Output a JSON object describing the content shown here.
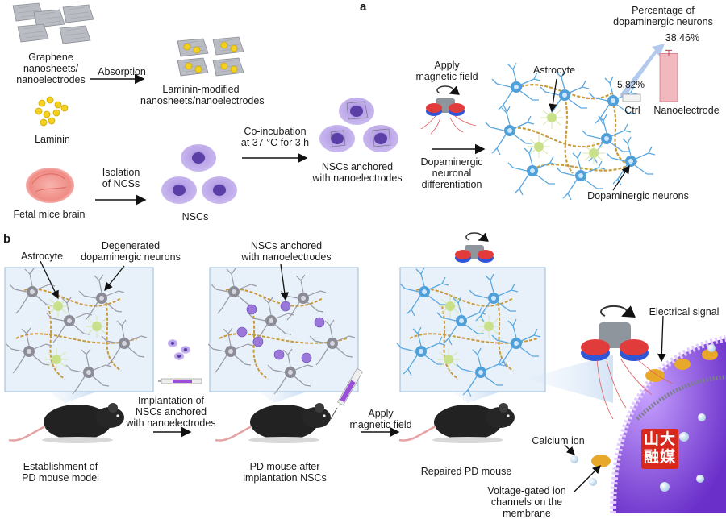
{
  "panel_a": {
    "letter": "a",
    "graphene": "Graphene\nnanosheets/\nnanoelectrodes",
    "absorption": "Absorption",
    "laminin_modified": "Laminin-modified\nnanosheets/nanoelectrodes",
    "laminin": "Laminin",
    "fetal_brain": "Fetal mice brain",
    "isolation": "Isolation\nof NCSs",
    "nscs": "NSCs",
    "coincubation": "Co-incubation\nat 37 °C for 3 h",
    "nscs_anchored": "NSCs anchored\nwith nanoelectrodes",
    "apply_field": "Apply\nmagnetic field",
    "differentiation": "Dopaminergic\nneuronal\ndifferentiation",
    "astrocyte": "Astrocyte",
    "dopaminergic_neurons": "Dopaminergic neurons"
  },
  "chart_data": {
    "type": "bar",
    "title": "Percentage of\ndopaminergic neurons",
    "categories": [
      "Ctrl",
      "Nanoelectrode"
    ],
    "values": [
      5.82,
      38.46
    ],
    "value_labels": [
      "5.82%",
      "38.46%"
    ],
    "colors": [
      "#f2f2f2",
      "#f2b8bf"
    ]
  },
  "panel_b": {
    "letter": "b",
    "astrocyte": "Astrocyte",
    "degenerated": "Degenerated\ndopaminergic neurons",
    "nscs_anchored": "NSCs anchored\nwith nanoelectrodes",
    "establishment": "Establishment of\nPD mouse model",
    "implantation": "Implantation of\nNSCs anchored\nwith nanoelectrodes",
    "pd_after": "PD mouse after\nimplantation NSCs",
    "apply_field": "Apply\nmagnetic field",
    "repaired": "Repaired PD mouse",
    "electrical_signal": "Electrical signal",
    "calcium_ion": "Calcium ion",
    "voltage_gated": "Voltage-gated ion\nchannels on the membrane"
  },
  "watermark": {
    "text": "山大\n融媒",
    "color": "#d8281c"
  }
}
